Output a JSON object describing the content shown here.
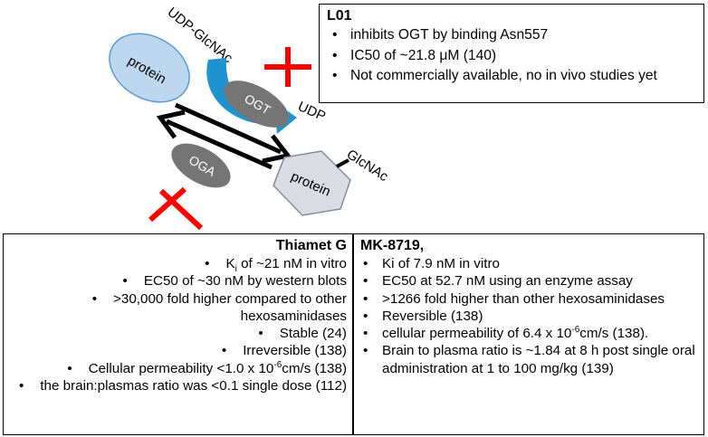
{
  "diagram": {
    "labels": {
      "protein_top": "protein",
      "udp_glcnac": "UDP-GlcNAc",
      "ogt": "OGT",
      "udp": "UDP",
      "oga": "OGA",
      "protein_bottom": "protein",
      "glcnac": "GlcNAc"
    },
    "colors": {
      "protein_fill": "#bdd7ee",
      "protein_stroke": "#5b9bd5",
      "enzyme_fill": "#757575",
      "arrow_blue": "#1f93d0",
      "inhibit_red": "#ff0000",
      "hexagon_fill": "#d9dde3"
    }
  },
  "l01": {
    "title": "L01",
    "items": [
      "inhibits OGT by binding Asn557",
      "IC50 of ~21.8 μM (140)",
      "Not commercially available, no in vivo studies yet"
    ]
  },
  "thiamet": {
    "title": "Thiamet G",
    "items": {
      "k_pre": "K",
      "k_sub": "i",
      "k_post": " of ~21 nM in vitro",
      "ec50": "EC50 of ~30 nM by western blots",
      "fold": ">30,000 fold higher compared to other hexosaminidases",
      "stable": "Stable (24)",
      "irreversible": "Irreversible (138)",
      "perm_pre": "Cellular permeability <1.0 x 10",
      "perm_sup": "-6",
      "perm_post": "cm/s (138)",
      "brain": "the brain:plasmas ratio was <0.1 single dose (112)"
    }
  },
  "mk8719": {
    "title": "MK-8719,",
    "items": {
      "ki": "Ki of 7.9 nM in vitro",
      "ec50": "EC50 at 52.7 nM using an enzyme assay",
      "fold": ">1266 fold higher than other hexosaminidases",
      "reversible": "Reversible (138)",
      "perm_pre": "cellular permeability of 6.4 x 10",
      "perm_sup": "-6",
      "perm_post": "cm/s (138).",
      "brain": "Brain to plasma ratio is ~1.84 at 8 h post single oral administration at 1 to 100 mg/kg (139)"
    }
  }
}
